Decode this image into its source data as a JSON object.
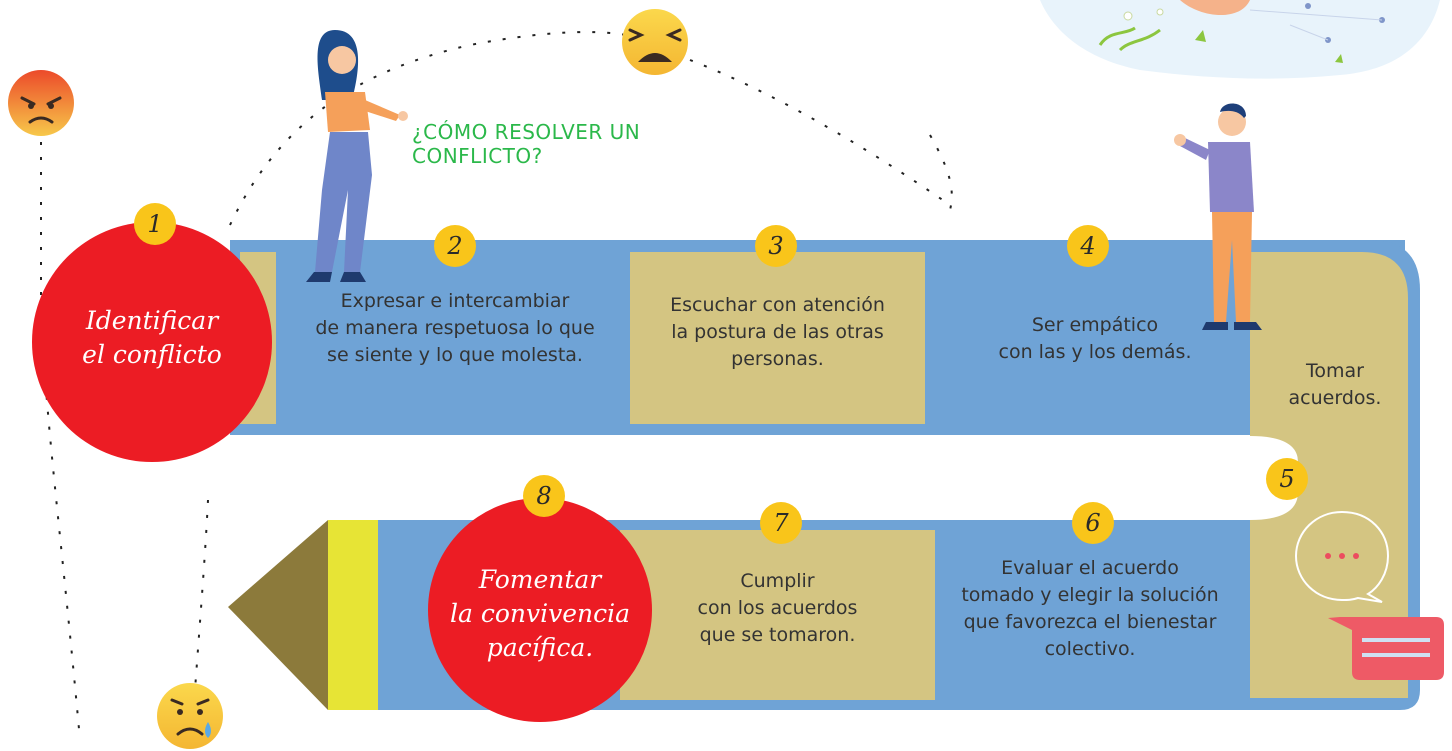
{
  "title": "¿CÓMO RESOLVER UN CONFLICTO?",
  "steps": [
    {
      "number": "1",
      "text": "Identificar\nel conflicto"
    },
    {
      "number": "2",
      "text": "Expresar e intercambiar\nde manera respetuosa lo que\nse siente y lo que molesta."
    },
    {
      "number": "3",
      "text": "Escuchar con atención\nla postura de las otras\npersonas."
    },
    {
      "number": "4",
      "text": "Ser empático\ncon las y los demás."
    },
    {
      "number": "5",
      "text": "Tomar\nacuerdos."
    },
    {
      "number": "6",
      "text": "Evaluar el acuerdo\ntomado y elegir la solución\nque favorezca el bienestar\ncolectivo."
    },
    {
      "number": "7",
      "text": "Cumplir\ncon los acuerdos\nque se tomaron."
    },
    {
      "number": "8",
      "text": "Fomentar\nla convivencia\npacífica."
    }
  ],
  "icons": {
    "angry": "angry-emoji-icon",
    "tired": "tired-emoji-icon",
    "sad": "sad-emoji-icon",
    "chat": "chat-bubble-icon",
    "message": "message-card-icon"
  },
  "colors": {
    "blue": "#6fa3d6",
    "tan": "#d4c582",
    "red": "#ec1c24",
    "yellow": "#f9c51a",
    "title_green": "#2bb84a"
  }
}
